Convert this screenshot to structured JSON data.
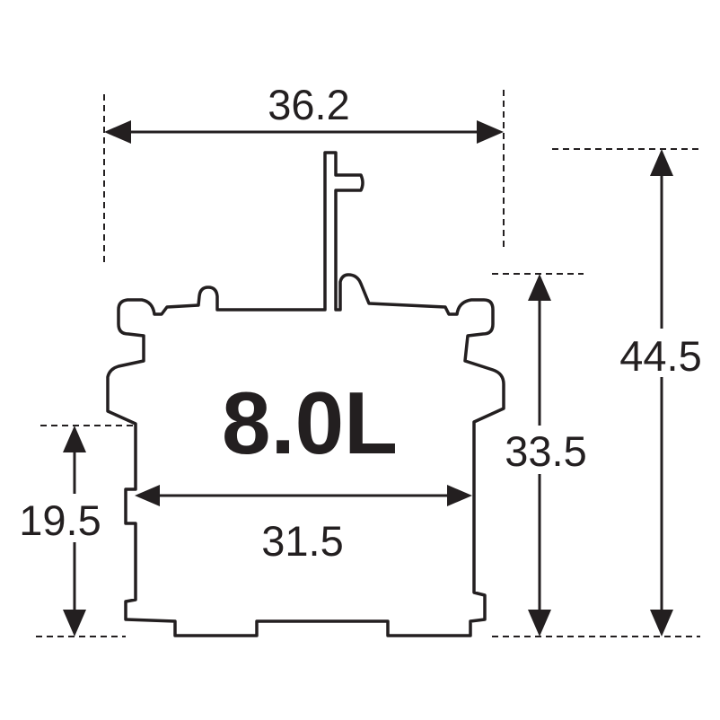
{
  "product": {
    "capacity_label": "8.0L"
  },
  "dimensions": {
    "top_width": "36.2",
    "inner_width": "31.5",
    "total_height": "44.5",
    "body_height": "33.5",
    "lower_height": "19.5"
  },
  "colors": {
    "line": "#231f20",
    "background": "#ffffff"
  }
}
